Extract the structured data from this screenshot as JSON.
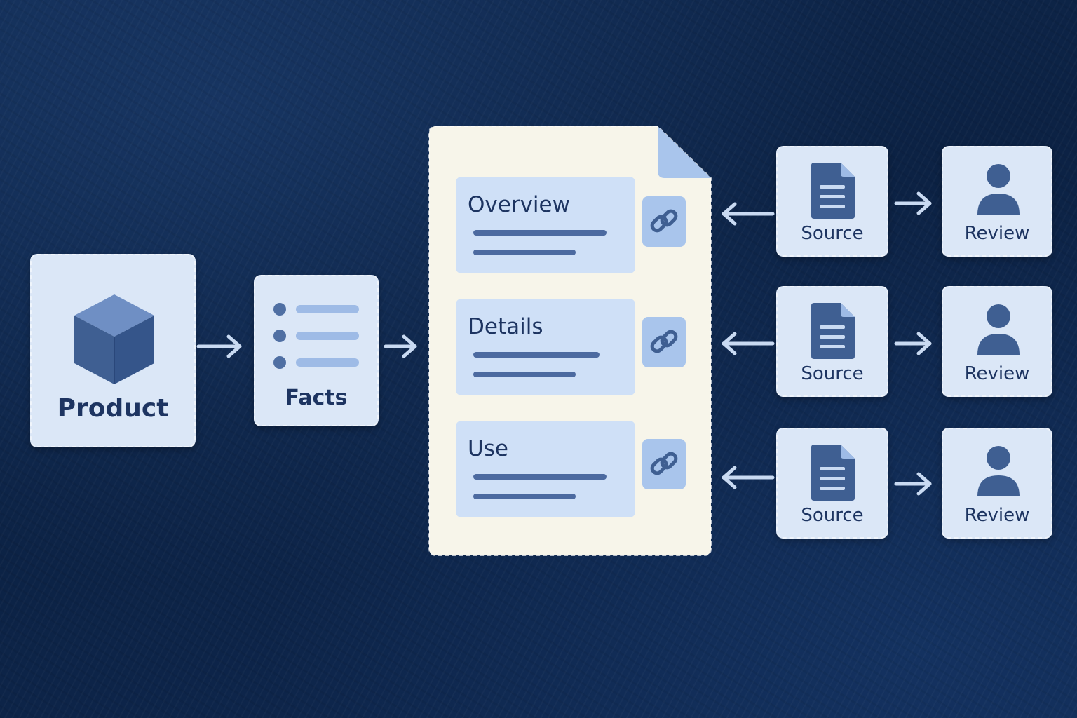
{
  "nodes": {
    "product": {
      "label": "Product",
      "icon": "cube-icon"
    },
    "facts": {
      "label": "Facts",
      "icon": "list-icon"
    },
    "document": {
      "sections": [
        {
          "title": "Overview",
          "icon": "link-icon"
        },
        {
          "title": "Details",
          "icon": "link-icon"
        },
        {
          "title": "Use",
          "icon": "link-icon"
        }
      ]
    },
    "sources": [
      {
        "label": "Source",
        "icon": "document-icon"
      },
      {
        "label": "Source",
        "icon": "document-icon"
      },
      {
        "label": "Source",
        "icon": "document-icon"
      }
    ],
    "reviews": [
      {
        "label": "Review",
        "icon": "person-icon"
      },
      {
        "label": "Review",
        "icon": "person-icon"
      },
      {
        "label": "Review",
        "icon": "person-icon"
      }
    ]
  },
  "colors": {
    "background": "#0c2244",
    "card": "#dbe7f7",
    "document": "#f7f5ea",
    "section": "#cfe0f7",
    "icon": "#3f5f92",
    "text": "#1d3461",
    "arrow": "#c9daf2"
  }
}
